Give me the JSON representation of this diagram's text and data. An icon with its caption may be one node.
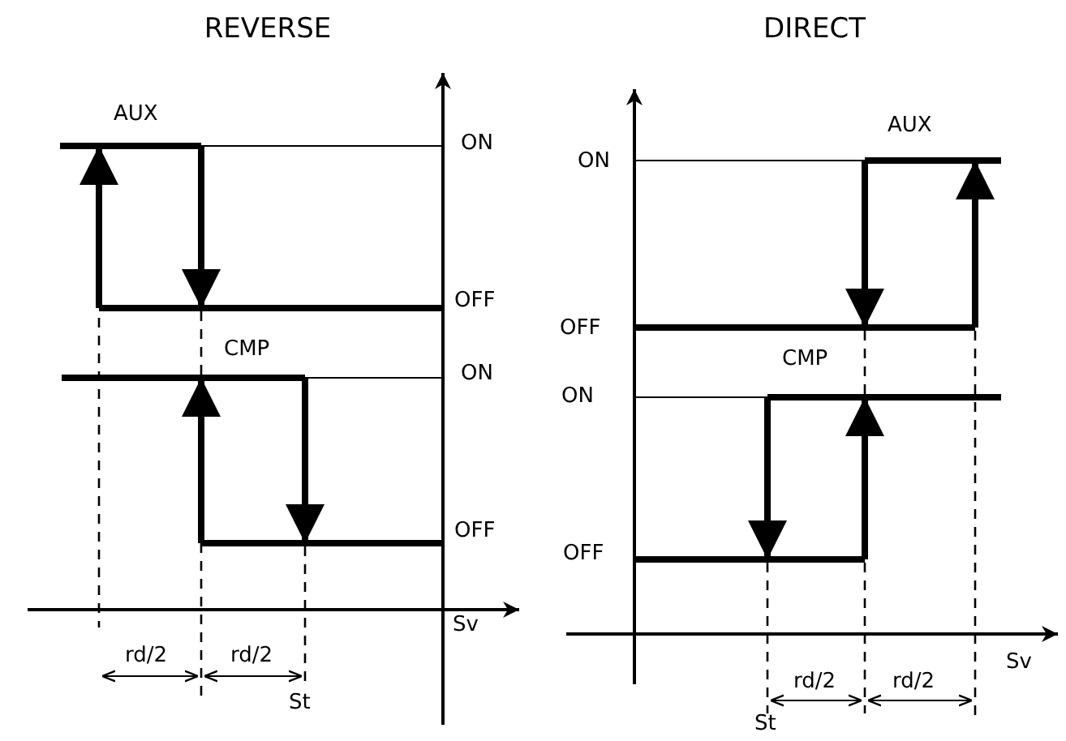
{
  "diagram": {
    "labels": [
      "REVERSE",
      "AUX",
      "ON",
      "OFF",
      "CMP",
      "ON",
      "OFF",
      "Sv",
      "rd/2",
      "rd/2",
      "St",
      "DIRECT",
      "AUX",
      "ON",
      "OFF",
      "CMP",
      "ON",
      "OFF",
      "Sv",
      "rd/2",
      "rd/2",
      "St"
    ]
  }
}
